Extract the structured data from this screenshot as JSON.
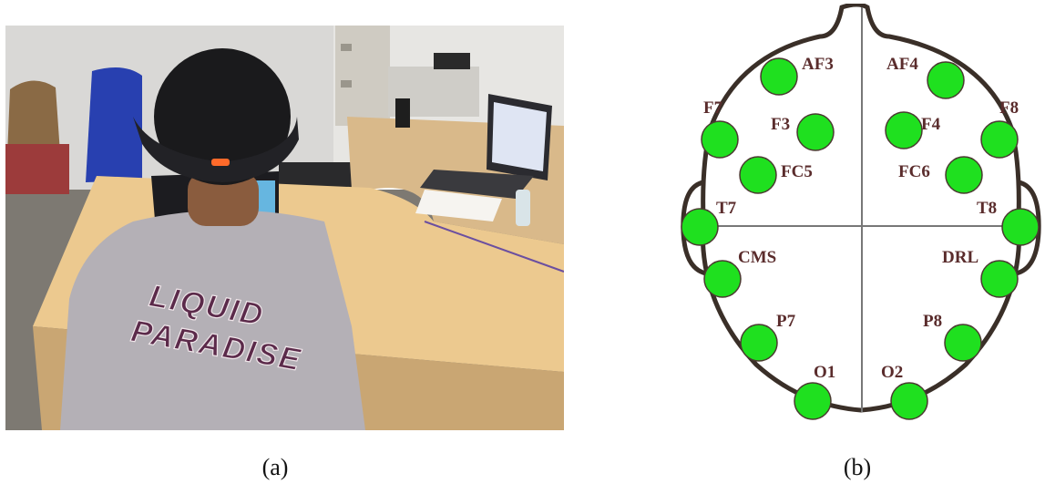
{
  "figure": {
    "panel_a": {
      "caption": "(a)",
      "shirt_text_line1": "LIQUID",
      "shirt_text_line2": "PARADISE"
    },
    "panel_b": {
      "caption": "(b)",
      "electrode_color": "#1fe01f",
      "outline_color": "#3a2f28",
      "label_color": "#5a2c2c",
      "electrodes": [
        {
          "id": "AF3",
          "label": "AF3"
        },
        {
          "id": "AF4",
          "label": "AF4"
        },
        {
          "id": "F7",
          "label": "F7"
        },
        {
          "id": "F3",
          "label": "F3"
        },
        {
          "id": "F4",
          "label": "F4"
        },
        {
          "id": "F8",
          "label": "F8"
        },
        {
          "id": "FC5",
          "label": "FC5"
        },
        {
          "id": "FC6",
          "label": "FC6"
        },
        {
          "id": "T7",
          "label": "T7"
        },
        {
          "id": "T8",
          "label": "T8"
        },
        {
          "id": "CMS",
          "label": "CMS"
        },
        {
          "id": "DRL",
          "label": "DRL"
        },
        {
          "id": "P7",
          "label": "P7"
        },
        {
          "id": "P8",
          "label": "P8"
        },
        {
          "id": "O1",
          "label": "O1"
        },
        {
          "id": "O2",
          "label": "O2"
        }
      ]
    }
  }
}
